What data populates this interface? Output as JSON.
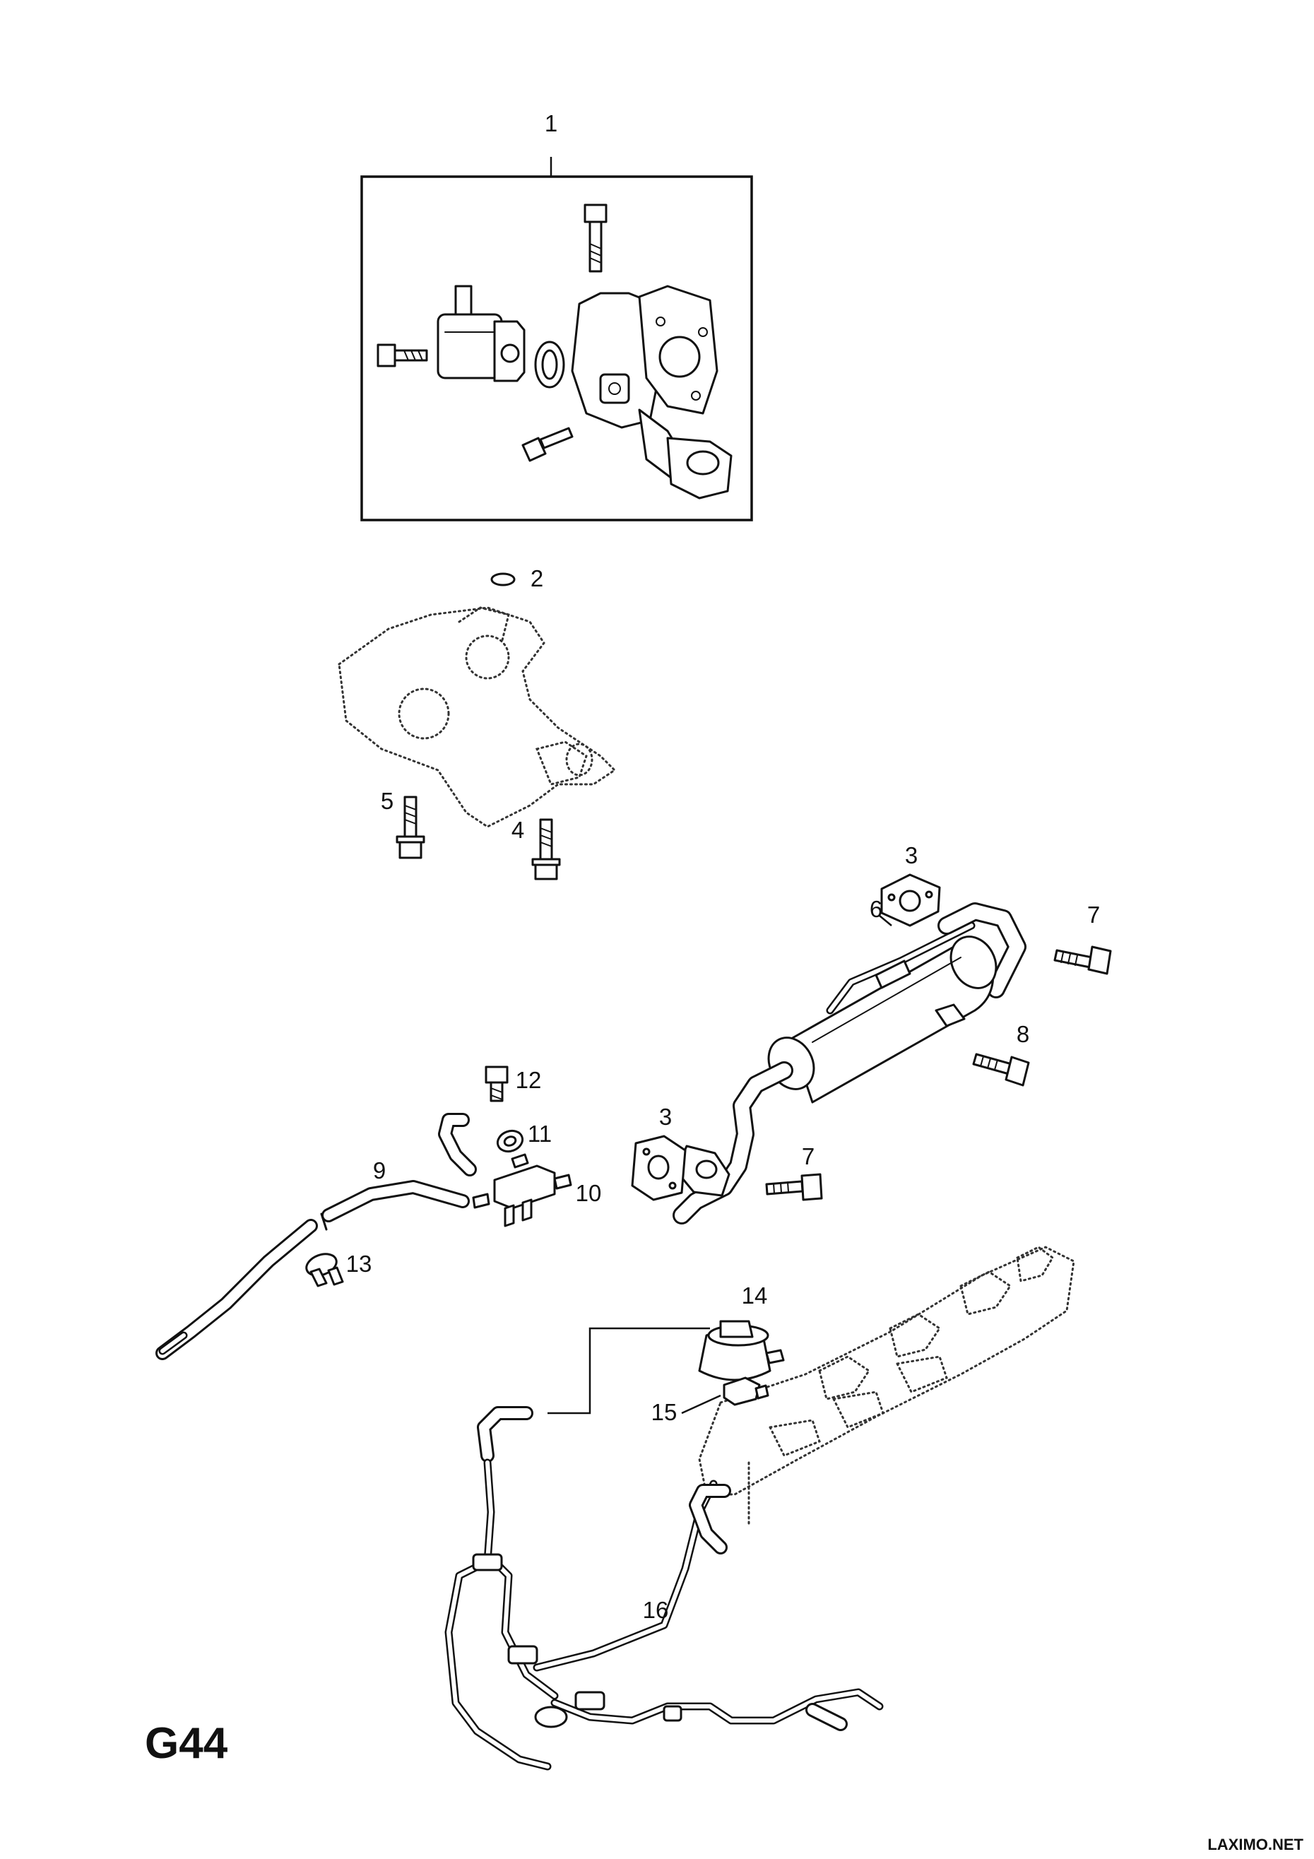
{
  "diagram": {
    "page_code": "G44",
    "watermark": "LAXIMO.NET",
    "callouts": {
      "c1": "1",
      "c2": "2",
      "c3a": "3",
      "c3b": "3",
      "c4": "4",
      "c5": "5",
      "c6": "6",
      "c7a": "7",
      "c7b": "7",
      "c8": "8",
      "c9": "9",
      "c10": "10",
      "c11": "11",
      "c12": "12",
      "c13": "13",
      "c14": "14",
      "c15": "15",
      "c16": "16"
    }
  }
}
